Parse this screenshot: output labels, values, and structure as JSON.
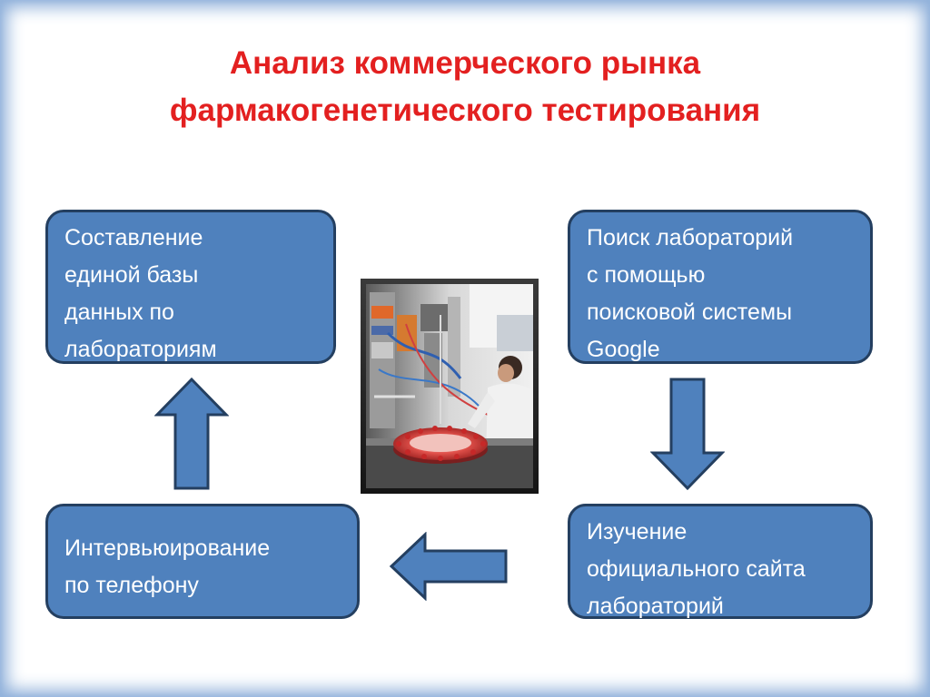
{
  "title": {
    "line1": "Анализ коммерческого рынка",
    "line2": "фармакогенетического тестирования"
  },
  "boxes": {
    "top_left": [
      "Составление",
      "единой базы",
      "данных по",
      "лабораториям"
    ],
    "top_right": [
      "Поиск лабораторий",
      "с помощью",
      "поисковой системы",
      "Google"
    ],
    "bottom_right": [
      "Изучение",
      "официального сайта",
      "лабораторий"
    ],
    "bottom_left": [
      "Интервьюирование",
      "по телефону"
    ]
  },
  "colors": {
    "title": "#e32020",
    "box_fill": "#4f81bd",
    "box_border": "#243f60",
    "arrow_fill": "#4f81bd",
    "arrow_border": "#243f60"
  }
}
